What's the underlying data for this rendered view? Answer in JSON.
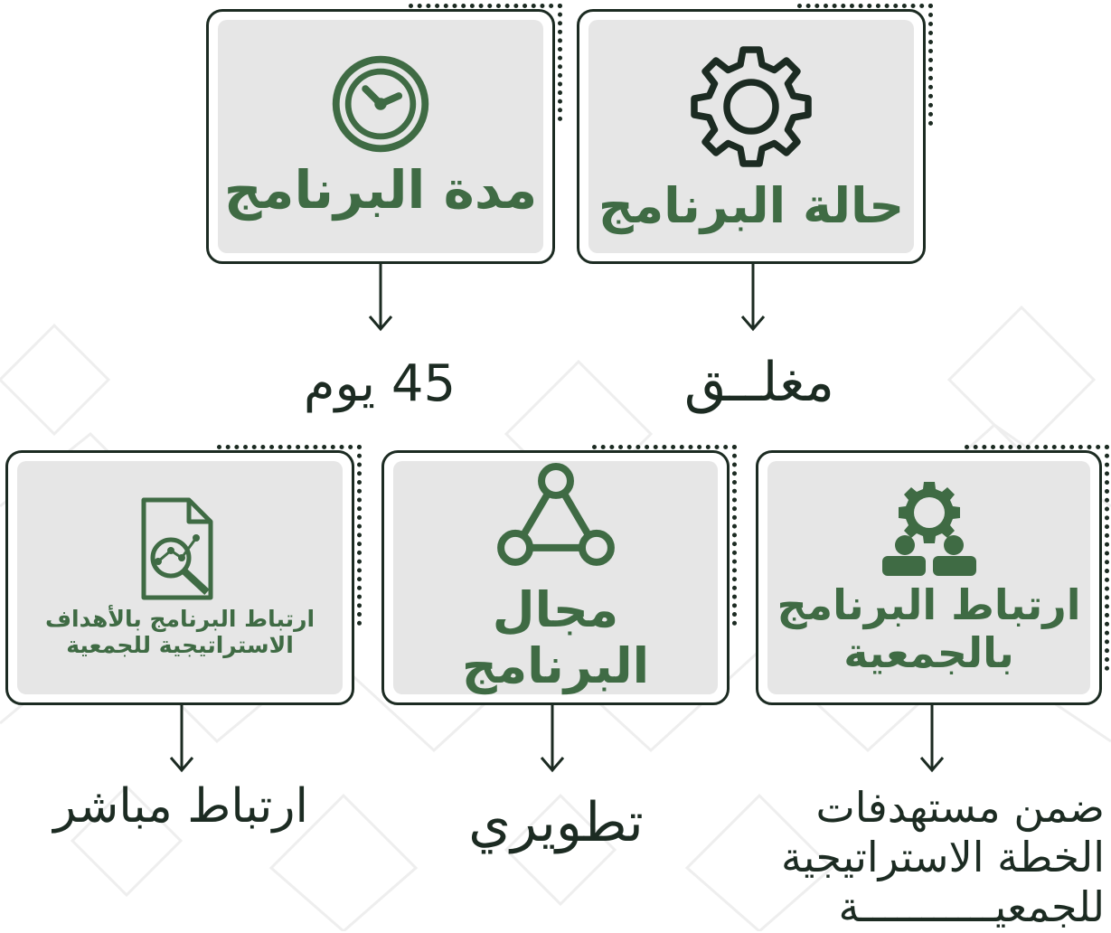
{
  "colors": {
    "accent": "#3f6b44",
    "dark": "#1c2b22",
    "panel": "#e6e6e6"
  },
  "cards": {
    "status": {
      "title": "حالة البرنامج",
      "icon": "gear-icon",
      "value": "مغلــق"
    },
    "duration": {
      "title": "مدة البرنامج",
      "icon": "clock-icon",
      "value": "45 يوم"
    },
    "link_association": {
      "title_line1": "ارتباط البرنامج",
      "title_line2": "بالجمعية",
      "icon": "team-gear-icon",
      "value_line1": "ضمن  مستهدفات",
      "value_line2": "الخطة الاستراتيجية",
      "value_line3": "للجمعيـــــــــــة"
    },
    "domain": {
      "title": "مجال البرنامج",
      "icon": "network-icon",
      "value": "تطويري"
    },
    "goals": {
      "title_line1": "ارتباط البرنامج بالأهداف",
      "title_line2": "الاستراتيجية للجمعية",
      "icon": "analysis-report-icon",
      "value": "ارتباط مباشر"
    }
  }
}
